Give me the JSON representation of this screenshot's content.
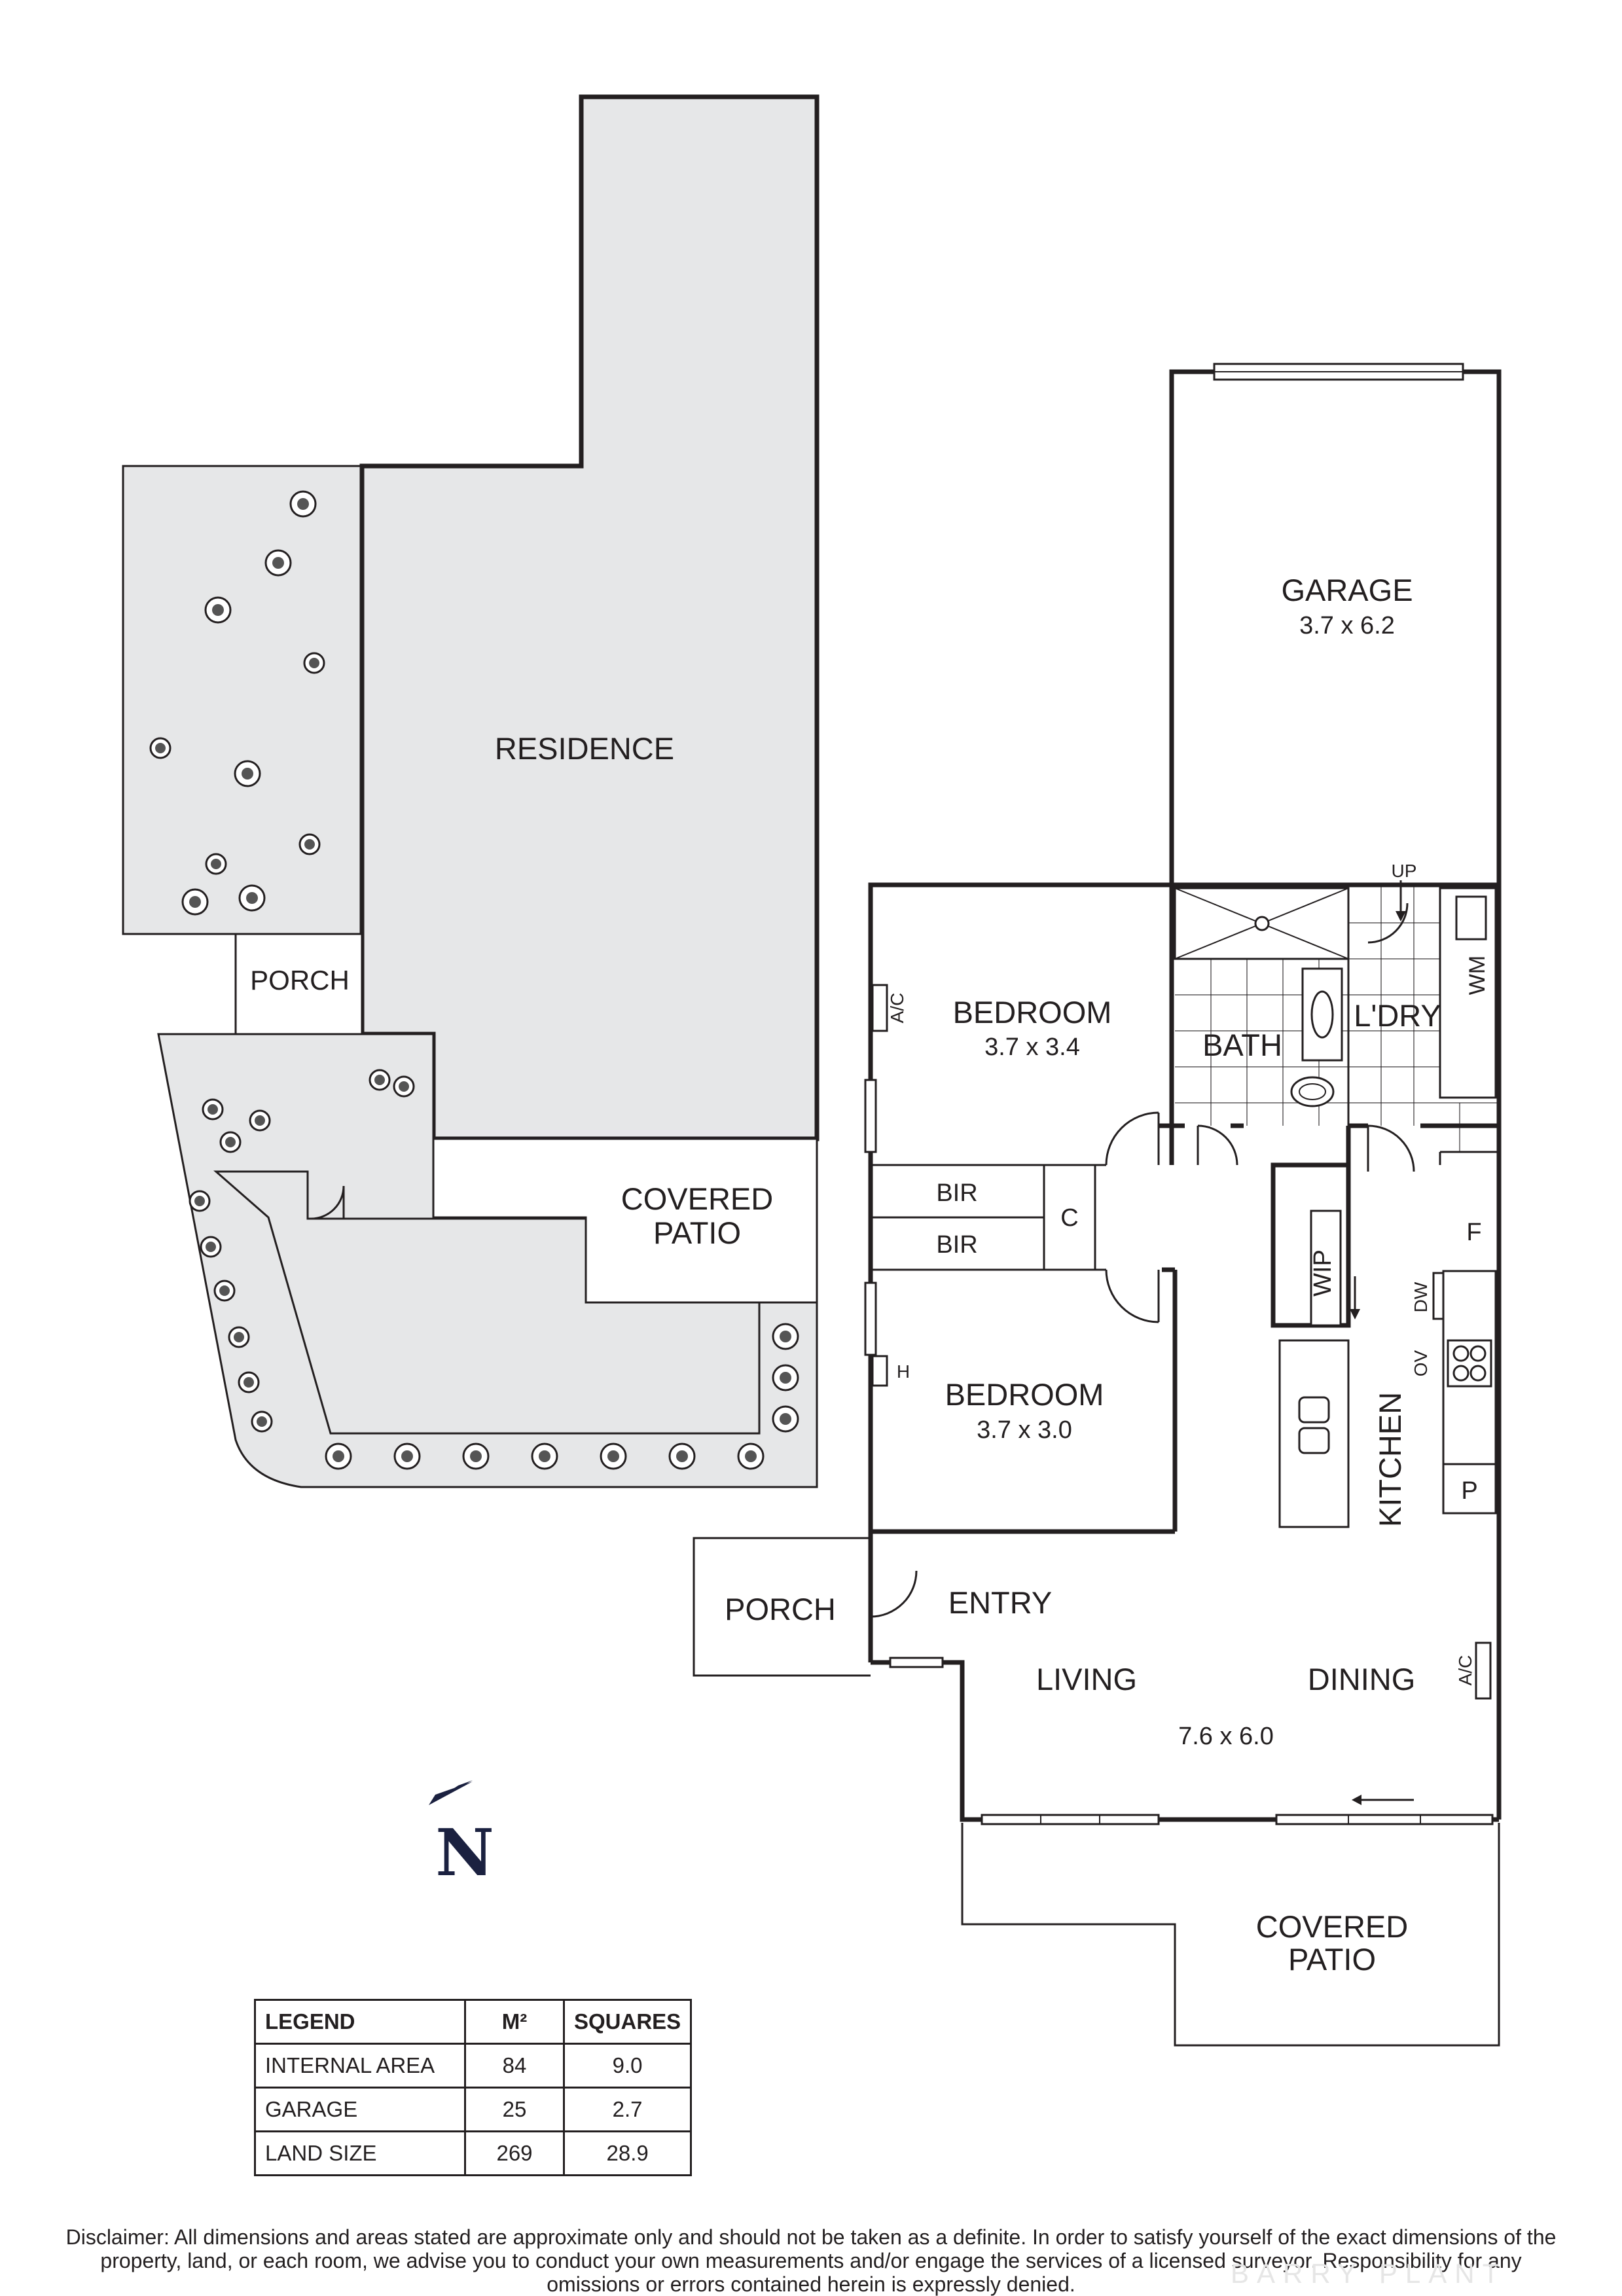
{
  "site": {
    "residence": "RESIDENCE",
    "porch": "PORCH",
    "covered_patio_line1": "COVERED",
    "covered_patio_line2": "PATIO"
  },
  "rooms": {
    "garage": {
      "name": "GARAGE",
      "dim": "3.7 x 6.2"
    },
    "bedroom1": {
      "name": "BEDROOM",
      "dim": "3.7 x 3.4"
    },
    "bedroom2": {
      "name": "BEDROOM",
      "dim": "3.7 x 3.0"
    },
    "bath": "BATH",
    "laundry": "L'DRY",
    "bir1": "BIR",
    "bir2": "BIR",
    "cupboard": "C",
    "wip": "WIP",
    "kitchen": "KITCHEN",
    "porch": "PORCH",
    "entry": "ENTRY",
    "living": "LIVING",
    "dining": "DINING",
    "living_dim": "7.6 x 6.0",
    "patio_line1": "COVERED",
    "patio_line2": "PATIO"
  },
  "fixtures": {
    "up": "UP",
    "wm": "WM",
    "f": "F",
    "dw": "DW",
    "ov": "OV",
    "p": "P",
    "ac1": "A/C",
    "ac2": "A/C",
    "h": "H"
  },
  "north": "N",
  "legend": {
    "headers": [
      "LEGEND",
      "M²",
      "SQUARES"
    ],
    "rows": [
      [
        "INTERNAL AREA",
        "84",
        "9.0"
      ],
      [
        "GARAGE",
        "25",
        "2.7"
      ],
      [
        "LAND SIZE",
        "269",
        "28.9"
      ]
    ]
  },
  "disclaimer": "Disclaimer: All dimensions and areas stated are approximate only and should not be taken as a definite. In order to satisfy yourself of the exact dimensions of the property, land, or each room, we advise you to conduct your own measurements and/or engage the services of a licensed surveyor. Responsibility for any omissions or errors contained herein is expressly denied.",
  "watermark": "BARRY PLANT",
  "colors": {
    "ink": "#231f20",
    "site_fill": "#e6e7e8",
    "navy": "#1b2140"
  }
}
